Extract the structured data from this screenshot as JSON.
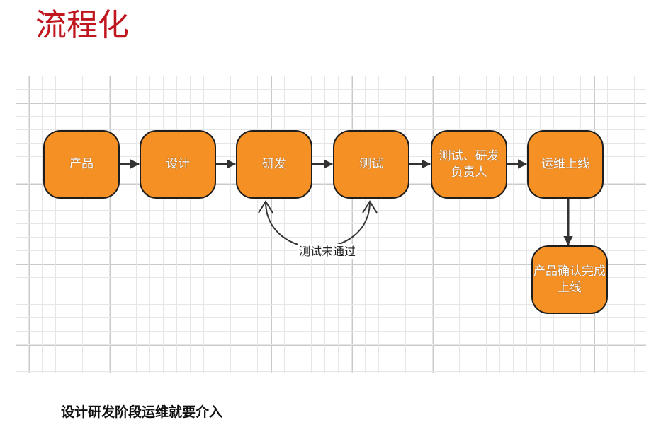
{
  "title": "流程化",
  "diagram": {
    "nodes": [
      {
        "id": "n1",
        "label": "产品"
      },
      {
        "id": "n2",
        "label": "设计"
      },
      {
        "id": "n3",
        "label": "研发"
      },
      {
        "id": "n4",
        "label": "测试"
      },
      {
        "id": "n5",
        "label": "测试、研发\n负责人"
      },
      {
        "id": "n6",
        "label": "运维上线"
      },
      {
        "id": "n7",
        "label": "产品确认完成\n上线"
      }
    ],
    "edges": [
      {
        "from": "n1",
        "to": "n2"
      },
      {
        "from": "n2",
        "to": "n3"
      },
      {
        "from": "n3",
        "to": "n4"
      },
      {
        "from": "n4",
        "to": "n5"
      },
      {
        "from": "n5",
        "to": "n6"
      },
      {
        "from": "n6",
        "to": "n7"
      },
      {
        "from": "n4",
        "to": "n3",
        "label": "测试未通过"
      }
    ]
  },
  "colors": {
    "title": "#c0161e",
    "node_fill": "#f59025",
    "node_border": "#1e1e1e"
  },
  "footer": "设计研发阶段运维就要介入"
}
